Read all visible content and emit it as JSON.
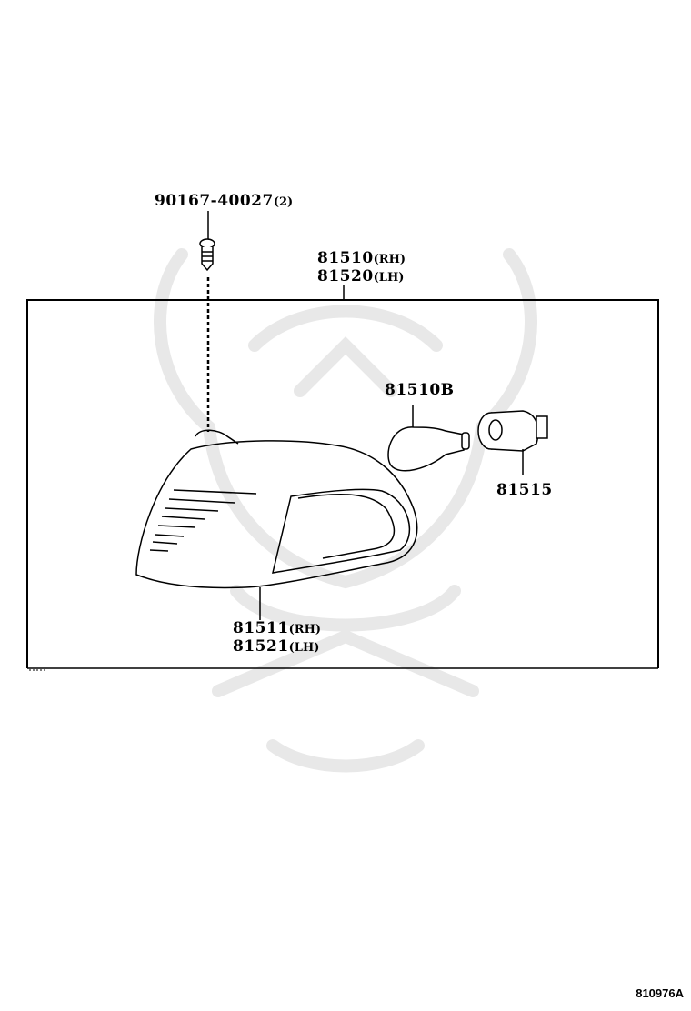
{
  "diagram": {
    "figure_id": "810976A",
    "parts": [
      {
        "id": "screw",
        "number": "90167-40027",
        "qty": "(2)"
      },
      {
        "id": "lamp-assy",
        "lines": [
          {
            "number": "81510",
            "side": "(RH)"
          },
          {
            "number": "81520",
            "side": "(LH)"
          }
        ]
      },
      {
        "id": "bulb",
        "number": "81510B"
      },
      {
        "id": "socket",
        "number": "81515"
      },
      {
        "id": "lens",
        "lines": [
          {
            "number": "81511",
            "side": "(RH)"
          },
          {
            "number": "81521",
            "side": "(LH)"
          }
        ]
      }
    ],
    "watermark": "samurai-helmet-logo"
  }
}
